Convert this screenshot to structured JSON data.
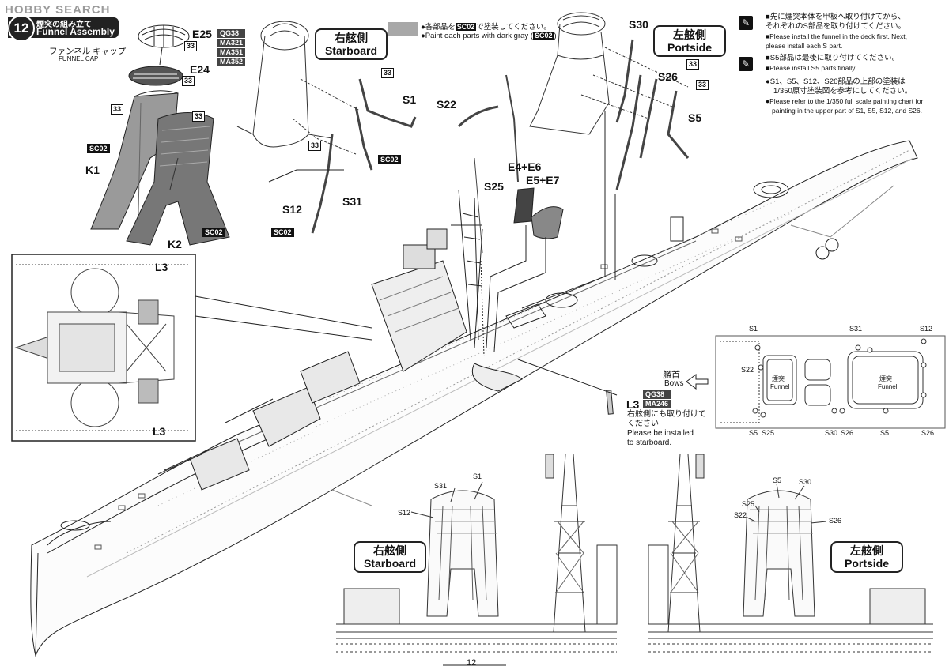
{
  "watermark": "HOBBY SEARCH",
  "step": {
    "number": "12",
    "title_jp": "煙突の組み立て",
    "title_en": "Funnel Assembly"
  },
  "funnel_cap": {
    "jp": "ファンネル キャップ",
    "en": "FUNNEL CAP"
  },
  "paint_note": {
    "jp_pre": "●各部品を",
    "jp_post": "で塗装してください。",
    "en_pre": "●Paint each parts with dark gray (",
    "en_post": ")",
    "code": "SC02",
    "swatch_color": "#a8a8a8"
  },
  "side_labels": {
    "starboard_jp": "右舷側",
    "starboard_en": "Starboard",
    "portside_jp": "左舷側",
    "portside_en": "Portside"
  },
  "paint_codes": [
    "QG38",
    "MA321",
    "MA351",
    "MA352"
  ],
  "l3_codes": [
    "QG38",
    "MA246"
  ],
  "paint_code_sc": "SC02",
  "paint_ref": "33",
  "parts": {
    "e25": "E25",
    "e24": "E24",
    "k1": "K1",
    "k2": "K2",
    "s1": "S1",
    "s5": "S5",
    "s12": "S12",
    "s22": "S22",
    "s25": "S25",
    "s26": "S26",
    "s30": "S30",
    "s31": "S31",
    "l3": "L3",
    "e4e6": "E4+E6",
    "e5e7": "E5+E7"
  },
  "l3_note": {
    "jp1": "右舷側にも取り付けて",
    "jp2": "ください",
    "en1": "Please be installed",
    "en2": "to starboard."
  },
  "notes": [
    {
      "jp": "■先に煙突本体を甲板へ取り付けてから、",
      "jp2": "それぞれのS部品を取り付けてください。",
      "en": "■Please install the funnel in the deck first. Next,",
      "en2": "please install each S part."
    },
    {
      "jp": "■S5部品は最後に取り付けてください。",
      "en": "■Please install S5 parts finally."
    },
    {
      "jp": "●S1、S5、S12、S26部品の上部の塗装は",
      "jp2": "1/350原寸塗装図を参考にしてください。",
      "en": "●Please refer to the 1/350 full scale painting chart for",
      "en2": "painting in the upper part of S1, S5, S12, and S26."
    }
  ],
  "plan": {
    "bows_jp": "艦首",
    "bows_en": "Bows",
    "funnel_jp": "煙突",
    "funnel_en": "Funnel"
  },
  "page_number": "12"
}
